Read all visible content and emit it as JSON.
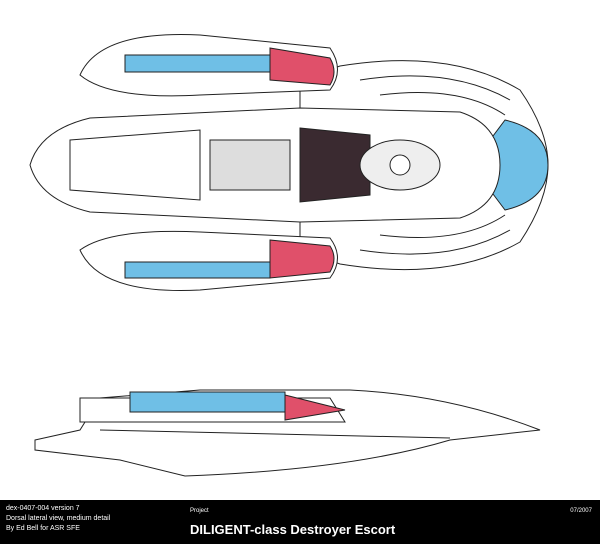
{
  "footer": {
    "line1": "dex-0407-004 version 7",
    "line2": "Dorsal lateral view, medium detail",
    "line3": "By Ed Bell for ASR SFE",
    "project_label": "Project",
    "title": "DILIGENT-class Destroyer Escort",
    "date": "07/2007"
  },
  "colors": {
    "ink": "#222222",
    "blue": "#6fbfe6",
    "red": "#e0506a",
    "dark": "#3a2a30",
    "footer_bg": "#000000",
    "footer_text": "#ffffff"
  }
}
